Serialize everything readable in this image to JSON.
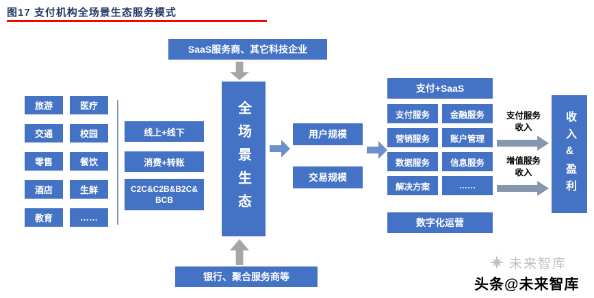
{
  "title": {
    "text": "图17 支付机构全场景生态服务模式"
  },
  "colors": {
    "box_blue": "#4472C4",
    "title_red": "#FF0000",
    "title_text": "#1F3864",
    "arrow_gray": "#A6A6A6",
    "arrow_blue": "#6E8FC9",
    "arrow_steel": "#8496B0",
    "divider_gray": "#8496B0",
    "watermark_gray": "#BFBFBF"
  },
  "top_source": {
    "label": "SaaS服务商、其它科技企业"
  },
  "bottom_source": {
    "label": "银行、聚合服务商等"
  },
  "scenarios": [
    "旅游",
    "医疗",
    "交通",
    "校园",
    "零售",
    "餐饮",
    "酒店",
    "生鲜",
    "教育",
    "……"
  ],
  "channels": [
    "线上+线下",
    "消费+转账",
    "C2C&C2B&B2C&BCB"
  ],
  "core": {
    "label": "全场景生态"
  },
  "scales": [
    "用户规模",
    "交易规模"
  ],
  "services": {
    "header": "支付+SaaS",
    "items": [
      "支付服务",
      "金融服务",
      "营销服务",
      "账户管理",
      "数据服务",
      "信息服务",
      "解决方案",
      "……"
    ],
    "footer": "数字化运营"
  },
  "income_flows": [
    {
      "label": "支付服务\n收入"
    },
    {
      "label": "增值服务\n收入"
    }
  ],
  "outcome": {
    "label": "收入&盈利"
  },
  "watermark": {
    "brand": "未来智库",
    "byline": "头条@未来智库"
  }
}
